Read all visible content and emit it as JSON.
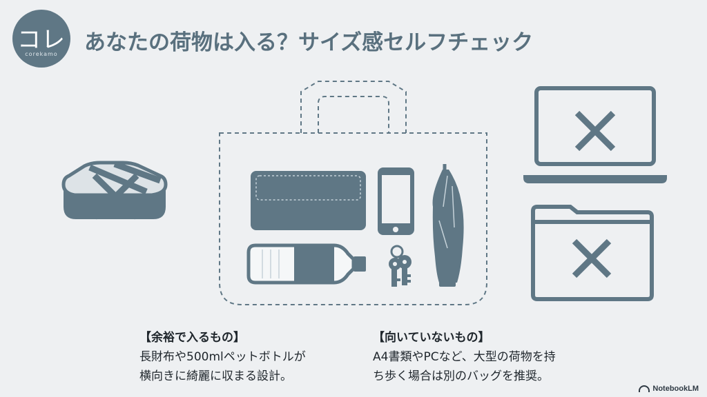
{
  "logo": {
    "main": "コレ",
    "sub": "corekamo"
  },
  "title": "あなたの荷物は入る？サイズ感セルフチェック",
  "captions": {
    "fits": {
      "heading": "【余裕で入るもの】",
      "lines": [
        "長財布や500mlペットボトルが",
        "横向きに綺麗に収まる設計。"
      ]
    },
    "not_fit": {
      "heading": "【向いていないもの】",
      "lines": [
        "A4書類やPCなど、大型の荷物を持",
        "ち歩く場合は別のバッグを推奨。"
      ]
    }
  },
  "brand": "NotebookLM",
  "colors": {
    "background": "#eef0f2",
    "icon": "#5f7785",
    "title": "#59707e",
    "text": "#1f262c"
  }
}
